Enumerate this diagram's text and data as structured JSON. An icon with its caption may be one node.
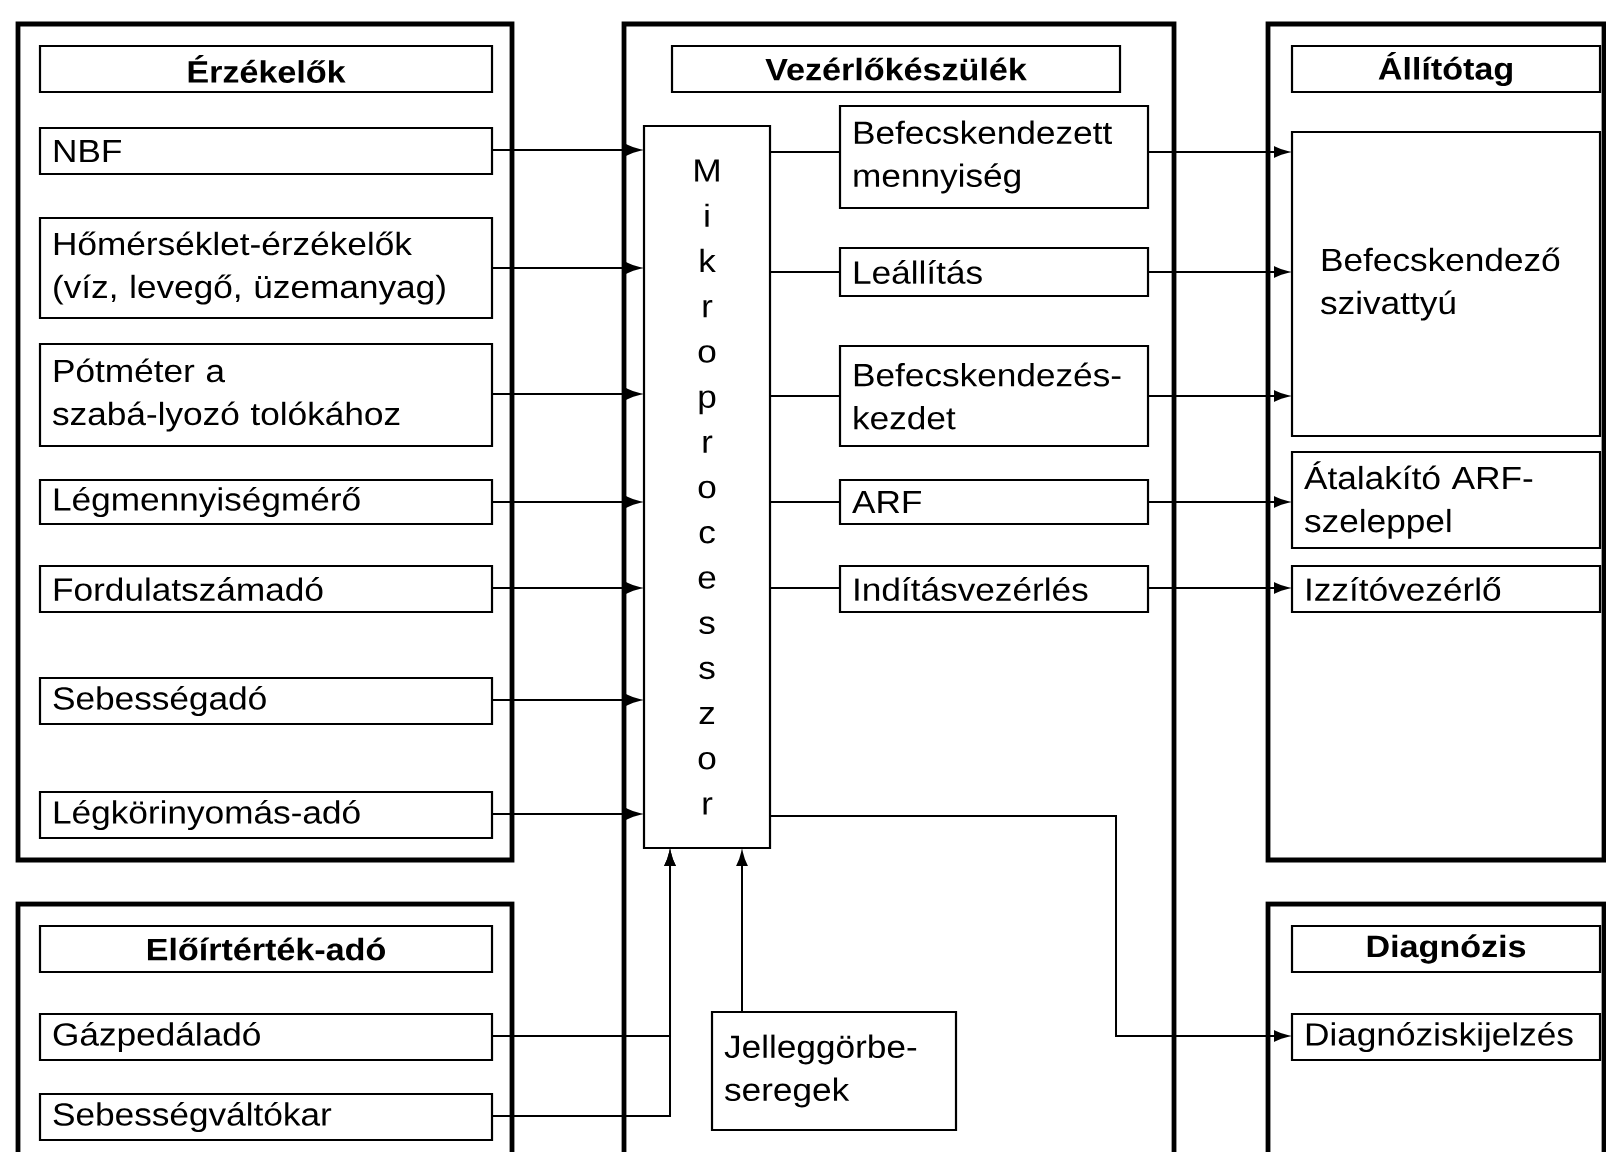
{
  "diagram": {
    "nodes": [
      {
        "text": [],
        "shape": "box"
      },
      {
        "text": [
          "Érzékelők"
        ],
        "in": 0
      },
      {
        "text": [
          "NBF"
        ],
        "in": 0
      },
      {
        "text": [
          "Hőmérséklet-érzékelők (víz, levegő, üzemanyag)"
        ],
        "in": 0
      },
      {
        "text": [
          "Pótméter a szabá-lyozó tolókához"
        ],
        "in": 0
      },
      {
        "text": [
          "Légmennyiségmérő"
        ],
        "in": 0
      },
      {
        "text": [
          "Fordulatszámadó"
        ],
        "in": 0
      },
      {
        "text": [
          "Sebességadó"
        ],
        "in": 0
      },
      {
        "text": [
          "Légkörinyomás-adó"
        ],
        "in": 0
      },
      {
        "text": [],
        "shape": "box"
      },
      {
        "text": [
          "Előírtérték-adó"
        ],
        "in": 9
      },
      {
        "text": [
          "Gázpedáladó"
        ],
        "in": 9
      },
      {
        "text": [
          "Sebességváltókar"
        ],
        "in": 9
      },
      {
        "text": [],
        "shape": "box"
      },
      {
        "text": [
          "Vezérlőkészülék"
        ],
        "in": 13
      },
      {
        "text": [
          "Mikroprocesszor"
        ],
        "in": 13
      },
      {
        "text": [
          "Befecskendezett mennyiség"
        ],
        "in": 13
      },
      {
        "text": [
          "Leállítás"
        ],
        "in": 13
      },
      {
        "text": [
          "Befecskendezés-kezdet"
        ],
        "in": 13
      },
      {
        "text": [
          "ARF"
        ],
        "in": 13
      },
      {
        "text": [
          "Indításvezérlés"
        ],
        "in": 13
      },
      {
        "text": [
          "Jelleggörbe-seregek"
        ],
        "in": 13
      },
      {
        "text": [],
        "shape": "box"
      },
      {
        "text": [
          "Állítótag"
        ],
        "in": 22
      },
      {
        "text": [
          "Befecskendező szivattyú"
        ],
        "in": 22
      },
      {
        "text": [
          "Átalakító ARF-szeleppel"
        ],
        "in": 22
      },
      {
        "text": [
          "Izzítóvezérlő"
        ],
        "in": 22
      },
      {
        "text": [],
        "shape": "box"
      },
      {
        "text": [
          "Diagnózis"
        ],
        "in": 27
      },
      {
        "text": [
          "Diagnóziskijelzés"
        ],
        "in": 27
      }
    ],
    "edges": [
      {
        "from": 2,
        "to": 15,
        "arrow": "to"
      },
      {
        "from": 3,
        "to": 15,
        "arrow": "to"
      },
      {
        "from": 4,
        "to": 15,
        "arrow": "to"
      },
      {
        "from": 5,
        "to": 15,
        "arrow": "to"
      },
      {
        "from": 6,
        "to": 15,
        "arrow": "to"
      },
      {
        "from": 7,
        "to": 15,
        "arrow": "to"
      },
      {
        "from": 8,
        "to": 15,
        "arrow": "to"
      },
      {
        "from": 11,
        "to": 15,
        "arrow": "to"
      },
      {
        "from": 12,
        "to": 15,
        "arrow": "to"
      },
      {
        "from": 21,
        "to": 15,
        "arrow": "to"
      },
      {
        "from": 15,
        "to": 16,
        "arrow": "none"
      },
      {
        "from": 15,
        "to": 17,
        "arrow": "none"
      },
      {
        "from": 15,
        "to": 18,
        "arrow": "none"
      },
      {
        "from": 15,
        "to": 19,
        "arrow": "none"
      },
      {
        "from": 15,
        "to": 20,
        "arrow": "none"
      },
      {
        "from": 16,
        "to": 24,
        "arrow": "to"
      },
      {
        "from": 17,
        "to": 24,
        "arrow": "to"
      },
      {
        "from": 18,
        "to": 24,
        "arrow": "to"
      },
      {
        "from": 19,
        "to": 25,
        "arrow": "to"
      },
      {
        "from": 20,
        "to": 26,
        "arrow": "to"
      },
      {
        "from": 15,
        "to": 29,
        "arrow": "to"
      }
    ]
  }
}
